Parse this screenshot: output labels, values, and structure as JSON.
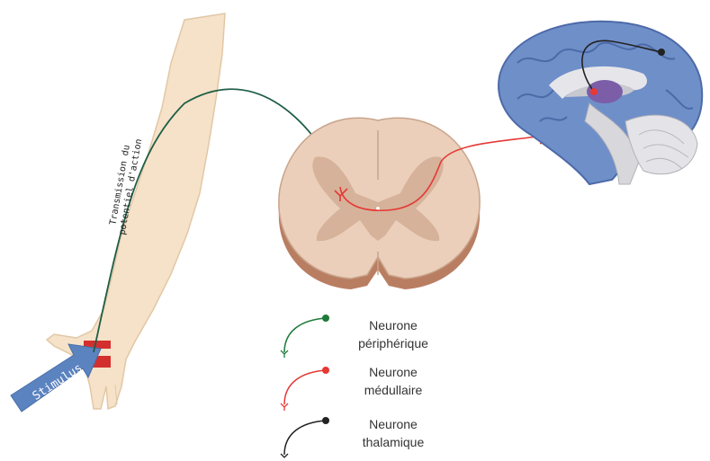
{
  "arm_annotation": {
    "line1": "Transmission du",
    "line2": "potentiel d'action"
  },
  "stimulus": {
    "label": "Stimulus"
  },
  "legend": [
    {
      "line1": "Neurone",
      "line2": "périphérique",
      "color": "#1f7a3a"
    },
    {
      "line1": "Neurone",
      "line2": "médullaire",
      "color": "#e53935"
    },
    {
      "line1": "Neurone",
      "line2": "thalamique",
      "color": "#222222"
    }
  ],
  "colors": {
    "skin": "#f5e2c8",
    "spinal_cord": "#e8cdb9",
    "gray_matter": "#d4ae95",
    "brain": "#6f8fc9",
    "brain_dark": "#4d6aa8",
    "thalamus": "#7b5ea7",
    "stimulus_arrow": "#5b83c0",
    "receptor": "#d32f2f"
  }
}
